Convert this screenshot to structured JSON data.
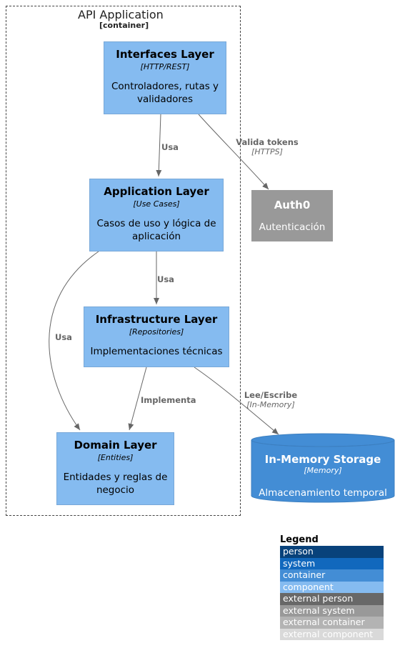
{
  "boundary": {
    "name": "API Application",
    "type": "[container]"
  },
  "components": {
    "interfaces": {
      "name": "Interfaces Layer",
      "tech": "[HTTP/REST]",
      "desc_line1": "Controladores, rutas y",
      "desc_line2": "validadores"
    },
    "application": {
      "name": "Application Layer",
      "tech": "[Use Cases]",
      "desc_line1": "Casos de uso y lógica de",
      "desc_line2": "aplicación"
    },
    "infrastructure": {
      "name": "Infrastructure Layer",
      "tech": "[Repositories]",
      "desc_line1": "Implementaciones técnicas"
    },
    "domain": {
      "name": "Domain Layer",
      "tech": "[Entities]",
      "desc_line1": "Entidades y reglas de",
      "desc_line2": "negocio"
    }
  },
  "external": {
    "auth0": {
      "name": "Auth0",
      "desc": "Autenticación"
    },
    "storage": {
      "name": "In-Memory Storage",
      "tech": "[Memory]",
      "desc": "Almacenamiento temporal"
    }
  },
  "edges": {
    "usa1": {
      "label": "Usa"
    },
    "usa2": {
      "label": "Usa"
    },
    "usa3": {
      "label": "Usa"
    },
    "implementa": {
      "label": "Implementa"
    },
    "valida": {
      "label": "Valida tokens",
      "tech": "[HTTPS]"
    },
    "lee": {
      "label": "Lee/Escribe",
      "tech": "[In-Memory]"
    }
  },
  "colors": {
    "component": "#85BBF0",
    "external_system": "#999999",
    "database": "#438DD5",
    "edge": "#666666"
  },
  "legend": {
    "title": "Legend",
    "items": [
      {
        "label": "person",
        "bg": "#08427B",
        "fg": "#ffffff"
      },
      {
        "label": "system",
        "bg": "#1168BD",
        "fg": "#ffffff"
      },
      {
        "label": "container",
        "bg": "#438DD5",
        "fg": "#ffffff"
      },
      {
        "label": "component",
        "bg": "#85BBF0",
        "fg": "#ffffff"
      },
      {
        "label": "external person",
        "bg": "#686868",
        "fg": "#ffffff"
      },
      {
        "label": "external system",
        "bg": "#999999",
        "fg": "#ffffff"
      },
      {
        "label": "external container",
        "bg": "#B3B3B3",
        "fg": "#ffffff"
      },
      {
        "label": "external component",
        "bg": "#D9D9D9",
        "fg": "#ffffff"
      }
    ]
  }
}
